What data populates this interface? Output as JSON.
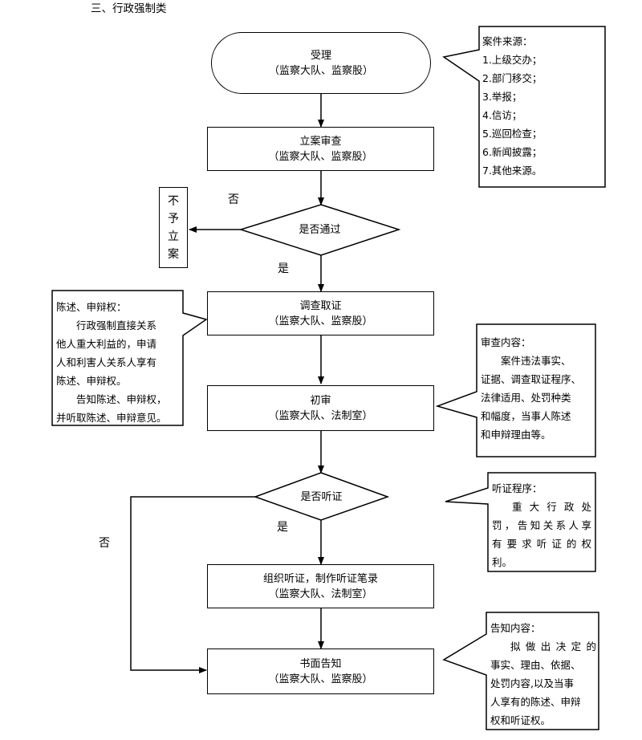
{
  "header": {
    "title": "三、行政强制类"
  },
  "nodes": {
    "accept": {
      "title": "受理",
      "sub": "（监察大队、监察股）"
    },
    "review": {
      "title": "立案审查",
      "sub": "（监察大队、监察股）"
    },
    "pass_decision": {
      "title": "是否通过"
    },
    "reject": {
      "chars": [
        "不",
        "予",
        "立",
        "案"
      ]
    },
    "investigate": {
      "title": "调查取证",
      "sub": "（监察大队、监察股）"
    },
    "initial_review": {
      "title": "初审",
      "sub": "（监察大队、法制室）"
    },
    "hearing_decision": {
      "title": "是否听证"
    },
    "organize_hearing": {
      "title": "组织听证，制作听证笔录",
      "sub": "（监察大队、法制室）"
    },
    "written_notice": {
      "title": "书面告知",
      "sub": "（监察大队、监察股）"
    }
  },
  "edge_labels": {
    "no_pass": "否",
    "yes_pass": "是",
    "yes_hearing": "是",
    "no_hearing": "否"
  },
  "notes": {
    "case_source": {
      "title": "案件来源：",
      "items": [
        "1.上级交办；",
        "2.部门移交；",
        "3.举报；",
        "4.信访；",
        "5.巡回检查；",
        "6.新闻披露；",
        "7.其他来源。"
      ]
    },
    "statement": {
      "title": "陈述、申辩权：",
      "lines": [
        "行政强制直接关系",
        "他人重大利益的，申请",
        "人和利害人关系人享有",
        "陈述、申辩权。",
        "告知陈述、申辩权，",
        "并听取陈述、申辩意见。"
      ]
    },
    "review_content": {
      "title": "审查内容：",
      "lines": [
        "案件违法事实、",
        "证据、调查取证程序、",
        "法律适用、处罚种类",
        "和幅度，当事人陈述",
        "和申辩理由等。"
      ]
    },
    "hearing_procedure": {
      "title": "听证程序：",
      "lines": [
        "重大行政处",
        "罚，告知关系人享",
        "有要求听证的权",
        "利。"
      ]
    },
    "notice_content": {
      "title": "告知内容：",
      "lines": [
        "拟做出决定的",
        "事实、理由、依据、",
        "处罚内容,以及当事",
        "人享有的陈述、申辩",
        "权和听证权。"
      ]
    }
  }
}
